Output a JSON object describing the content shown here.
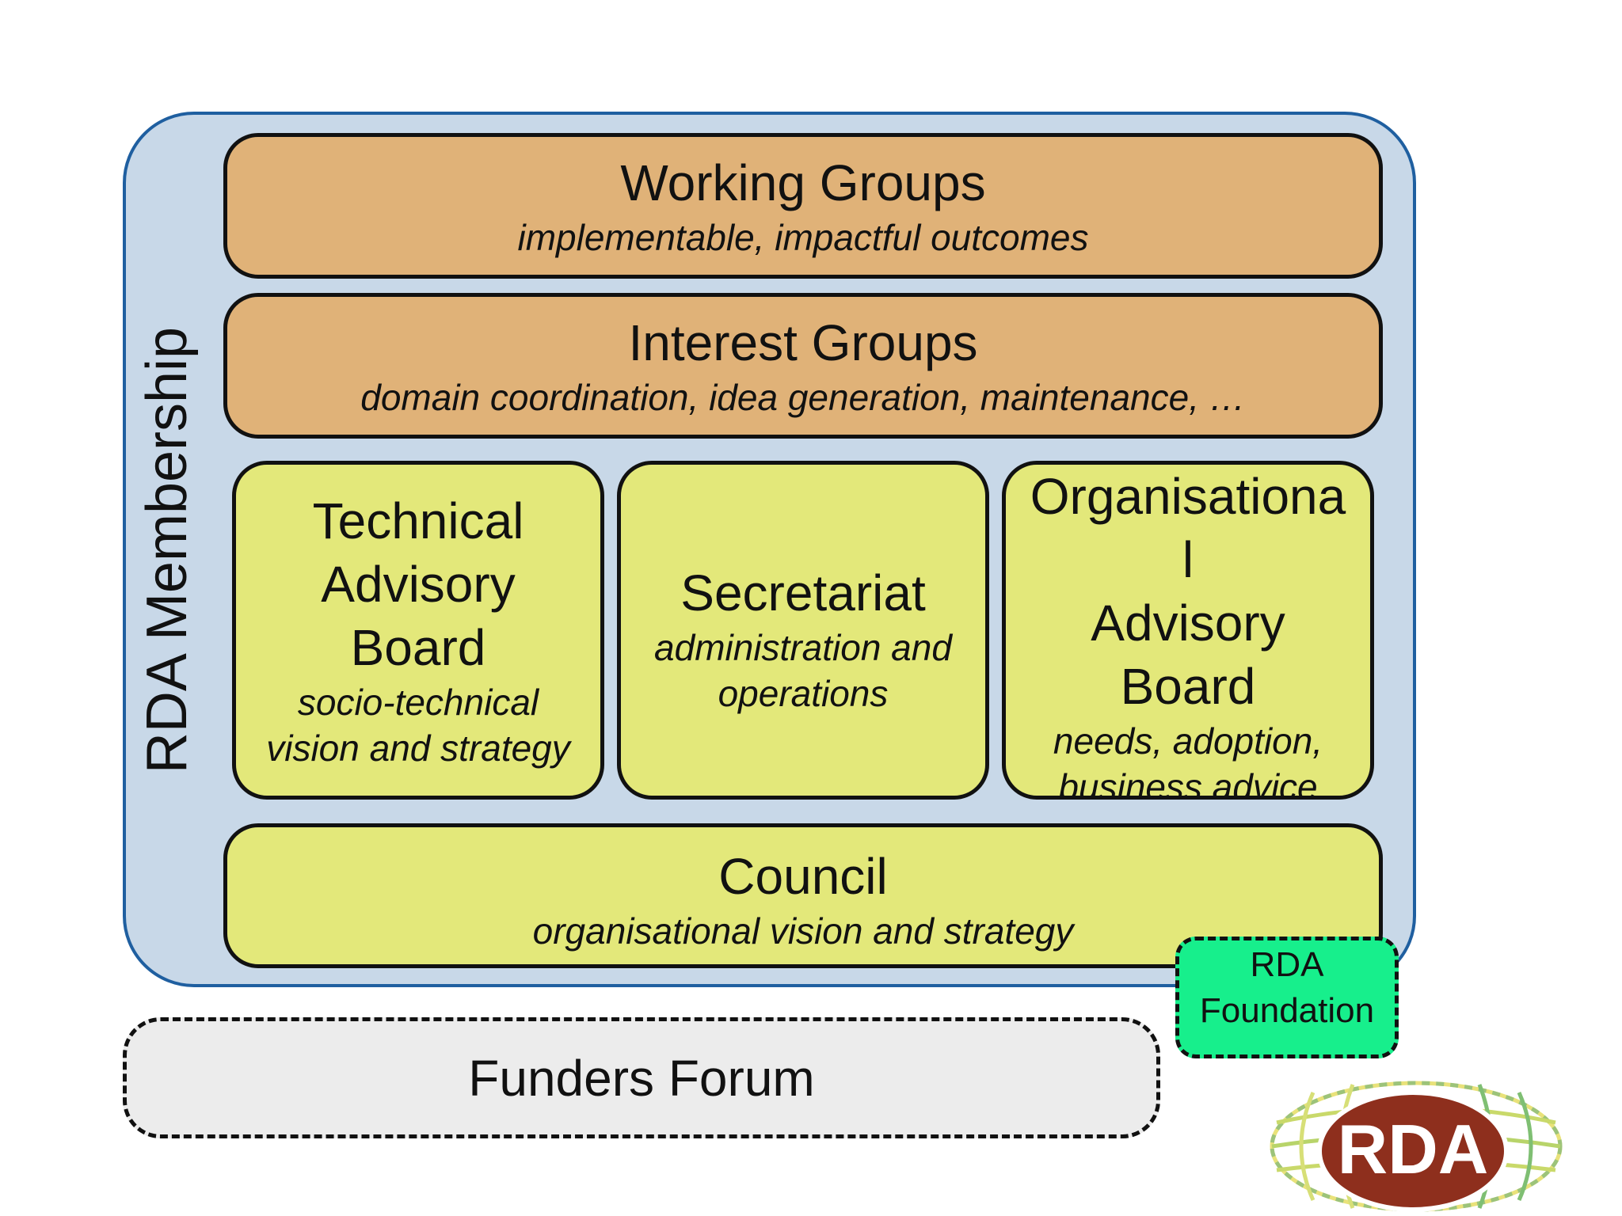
{
  "membership": {
    "label": "RDA Membership"
  },
  "boxes": {
    "working_groups": {
      "title": "Working Groups",
      "subtitle": "implementable, impactful outcomes"
    },
    "interest_groups": {
      "title": "Interest Groups",
      "subtitle": "domain coordination, idea generation, maintenance, …"
    },
    "technical_advisory_board": {
      "title_lines": [
        "Technical",
        "Advisory",
        "Board"
      ],
      "subtitle_lines": [
        "socio-technical",
        "vision and strategy"
      ]
    },
    "secretariat": {
      "title": "Secretariat",
      "subtitle_lines": [
        "administration and",
        "operations"
      ]
    },
    "organisational_advisory_board": {
      "title_lines": [
        "Organisationa",
        "l",
        "Advisory",
        "Board"
      ],
      "subtitle_lines": [
        "needs, adoption,",
        "business advice"
      ]
    },
    "council": {
      "title": "Council",
      "subtitle": "organisational vision and strategy"
    }
  },
  "funders_forum": {
    "label": "Funders Forum"
  },
  "rda_foundation": {
    "label": "RDA Foundation"
  },
  "logo": {
    "text": "RDA"
  },
  "colors": {
    "membership_fill": "#c8d8e8",
    "membership_border": "#1f5fa0",
    "groups_fill": "#e0b278",
    "boards_fill": "#e3e87a",
    "foundation_fill": "#17ef8c",
    "funders_fill": "#ececec",
    "logo_brown": "#8e2f1d"
  }
}
